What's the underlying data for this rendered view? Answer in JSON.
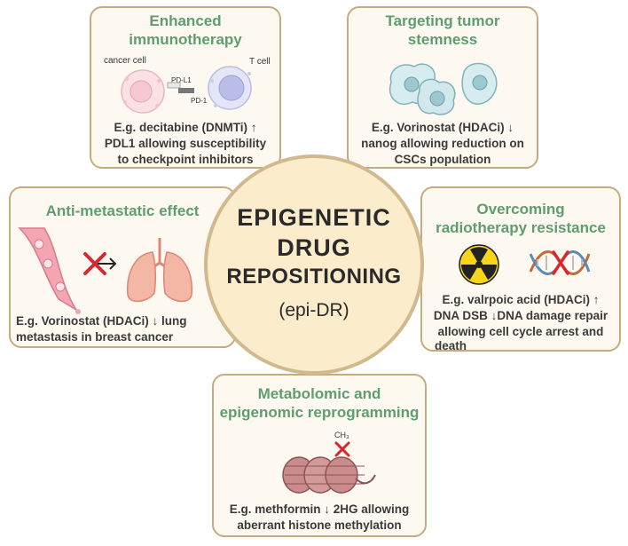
{
  "center": {
    "line1": "EPIGENETIC",
    "line2": "DRUG",
    "line3": "REPOSITIONING",
    "line4": "(epi-DR)"
  },
  "immunotherapy": {
    "title_line1": "Enhanced",
    "title_line2": "immunotherapy",
    "label_cancer_cell": "cancer cell",
    "label_t_cell": "T cell",
    "label_pdl1": "PD-L1",
    "label_pd1": "PD-1",
    "desc_line1": "E.g. decitabine (DNMTi) ↑",
    "desc_line2": "PDL1 allowing susceptibility",
    "desc_line3": "to checkpoint inhibitors"
  },
  "stemness": {
    "title_line1": "Targeting tumor",
    "title_line2": "stemness",
    "desc_line1": "E.g. Vorinostat (HDACi) ↓",
    "desc_line2": "nanog allowing reduction on",
    "desc_line3": "CSCs population"
  },
  "metastatic": {
    "title": "Anti-metastatic effect",
    "desc_line1": "E.g. Vorinostat (HDACi) ↓  lung",
    "desc_line2": "metastasis in  breast cancer"
  },
  "radiotherapy": {
    "title_line1": "Overcoming",
    "title_line2": "radiotherapy resistance",
    "desc_line1": "E.g. valrpoic acid (HDACi) ↑",
    "desc_line2": "DNA DSB ↓DNA damage repair",
    "desc_line3": "allowing cell cycle arrest and",
    "desc_line4": "death"
  },
  "metabolomic": {
    "title_line1": "Metabolomic and",
    "title_line2": "epigenomic reprogramming",
    "label_ch3": "CH₃",
    "desc_line1": "E.g. methformin ↓ 2HG allowing",
    "desc_line2": "aberrant histone methylation"
  },
  "colors": {
    "title_green": "#5f9d6f",
    "box_border": "#c6ab7e",
    "box_fill": "#fdf9f1",
    "circle_fill": "#fbeccc",
    "marker_red": "#d9272e"
  },
  "icons": [
    "cancer-cell-icon",
    "t-cell-icon",
    "stem-cell-icon",
    "blood-vessel-icon",
    "lungs-icon",
    "radiation-icon",
    "dna-icon",
    "nucleosome-icon",
    "cross-mark-icon"
  ]
}
